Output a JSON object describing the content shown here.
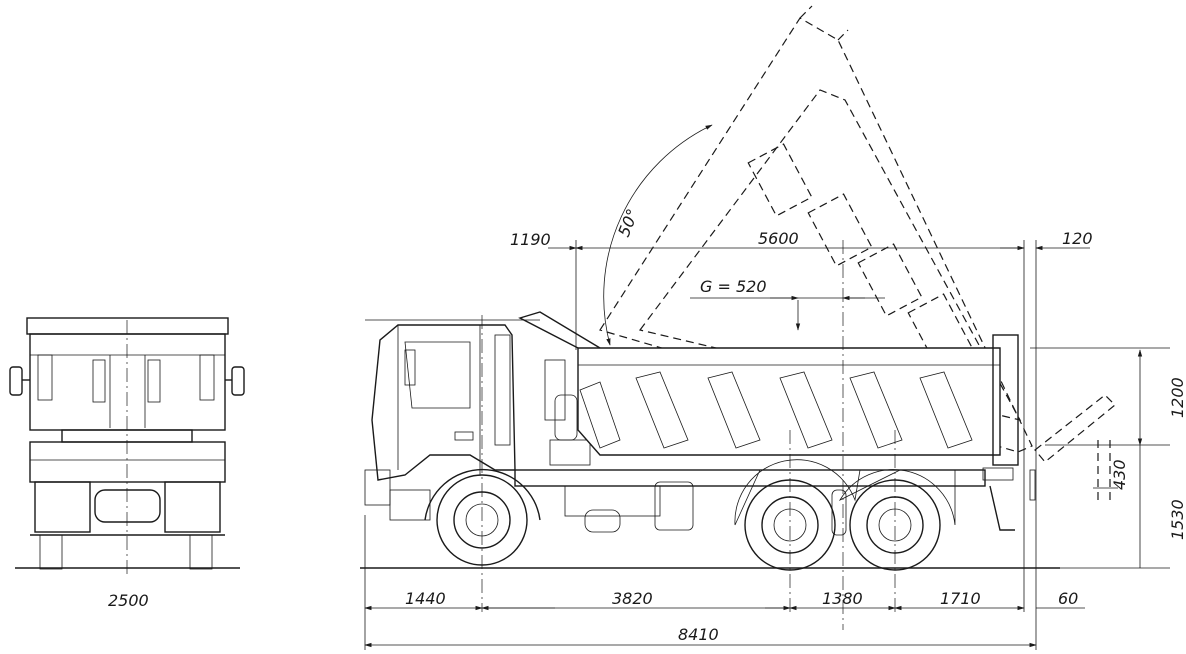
{
  "dimensions": {
    "width_front": "2500",
    "front_overhang": "1440",
    "wheelbase_front": "3820",
    "bogie_spacing": "1380",
    "rear_overhang_axle": "1710",
    "rear_extra": "60",
    "overall_length": "8410",
    "body_front_offset": "1190",
    "body_length": "5600",
    "rear_protrusion": "120",
    "body_height": "1200",
    "load_height": "1530",
    "tailgate_drop": "430",
    "center_of_gravity": "G = 520",
    "tipping_angle": "50°"
  }
}
